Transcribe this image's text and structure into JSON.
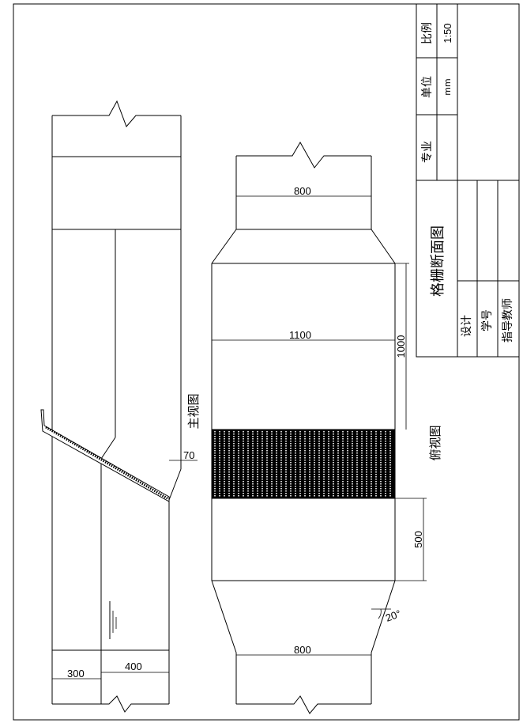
{
  "title_block": {
    "scale_label": "比例",
    "scale_value": "1:50",
    "unit_label": "单位",
    "unit_value": "mm",
    "major_label": "专业",
    "drawing_title": "格栅断面图",
    "design_label": "设计",
    "student_id_label": "学号",
    "advisor_label": "指导教师"
  },
  "views": {
    "front_view_label": "主视图",
    "top_view_label": "俯视图"
  },
  "dimensions": {
    "top_width": "800",
    "channel_width": "1100",
    "channel_length": "1000",
    "grate_offset": "70",
    "after_length": "500",
    "angle": "20°",
    "bottom_width": "800",
    "front_left": "300",
    "front_right": "400"
  }
}
